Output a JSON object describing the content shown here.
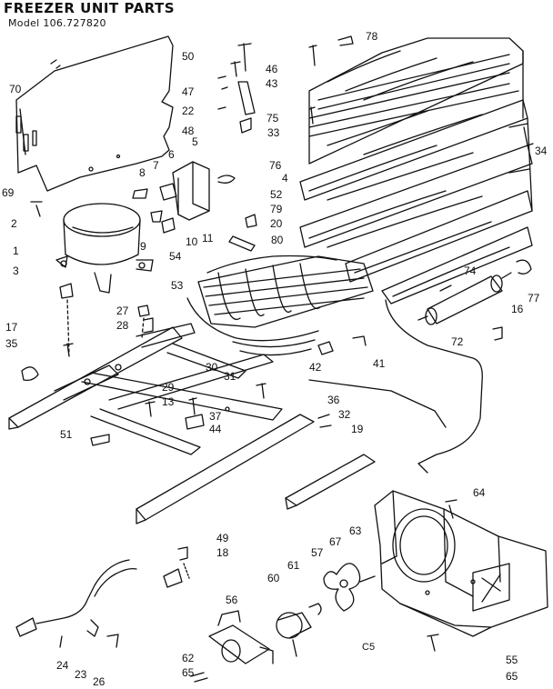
{
  "title": "FREEZER UNIT PARTS",
  "model": "Model 106.727820",
  "footnote": "C5",
  "part_labels": [
    "50",
    "47",
    "22",
    "48",
    "70",
    "69",
    "2",
    "1",
    "3",
    "5",
    "6",
    "8",
    "7",
    "9",
    "10",
    "11",
    "46",
    "43",
    "75",
    "33",
    "76",
    "4",
    "52",
    "79",
    "20",
    "80",
    "78",
    "34",
    "54",
    "53",
    "27",
    "28",
    "17",
    "35",
    "74",
    "16",
    "77",
    "72",
    "42",
    "41",
    "30",
    "31",
    "29",
    "13",
    "37",
    "44",
    "36",
    "32",
    "19",
    "51",
    "64",
    "67",
    "63",
    "57",
    "61",
    "60",
    "49",
    "18",
    "56",
    "62",
    "65",
    "55",
    "65",
    "24",
    "23",
    "26"
  ]
}
